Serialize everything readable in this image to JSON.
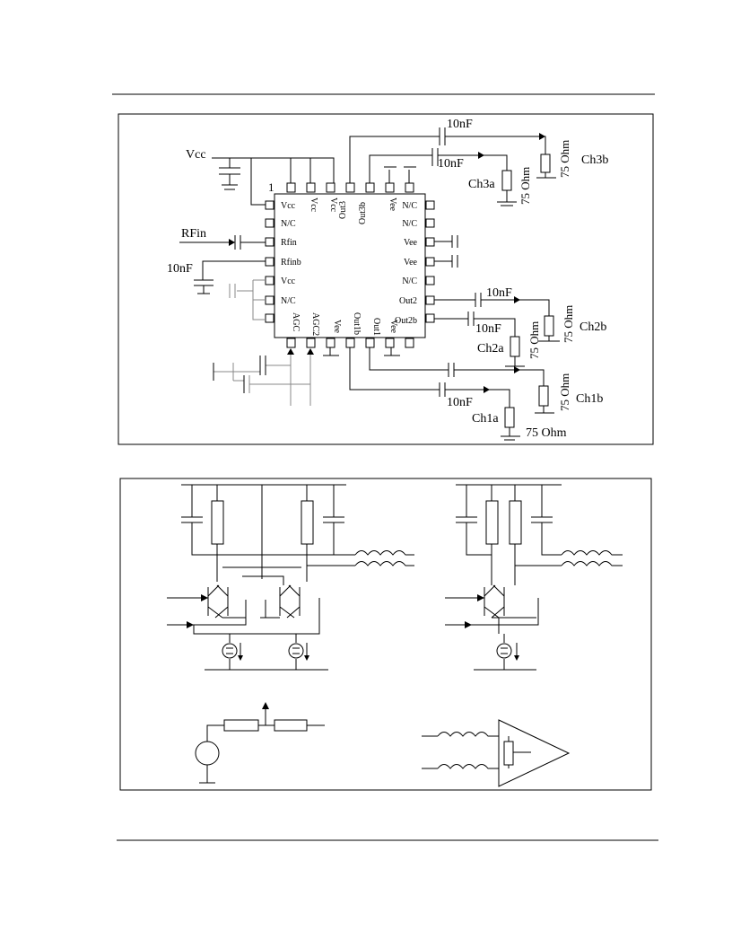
{
  "schematic": {
    "pin1": "1",
    "vcc": "Vcc",
    "rfin": "RFin",
    "cap": "10nF",
    "ohm": "75 Ohm",
    "ch3a": "Ch3a",
    "ch3b": "Ch3b",
    "ch2a": "Ch2a",
    "ch2b": "Ch2b",
    "ch1a": "Ch1a",
    "ch1b": "Ch1b",
    "left_pins": [
      "Vcc",
      "N/C",
      "Rfin",
      "Rfinb",
      "Vcc",
      "N/C"
    ],
    "right_pins": [
      "N/C",
      "N/C",
      "Vee",
      "Vee",
      "N/C",
      "Out2",
      "Out2b"
    ],
    "top_pins": [
      "Vcc",
      "Vcc",
      "Out3",
      "Out3b",
      "Vee"
    ],
    "bottom_pins": [
      "AGC",
      "AGC2",
      "Vee",
      "Out1b",
      "Out1",
      "Vee"
    ]
  },
  "colors": {
    "line": "#000000",
    "gray_line": "#888888",
    "background": "#ffffff"
  }
}
